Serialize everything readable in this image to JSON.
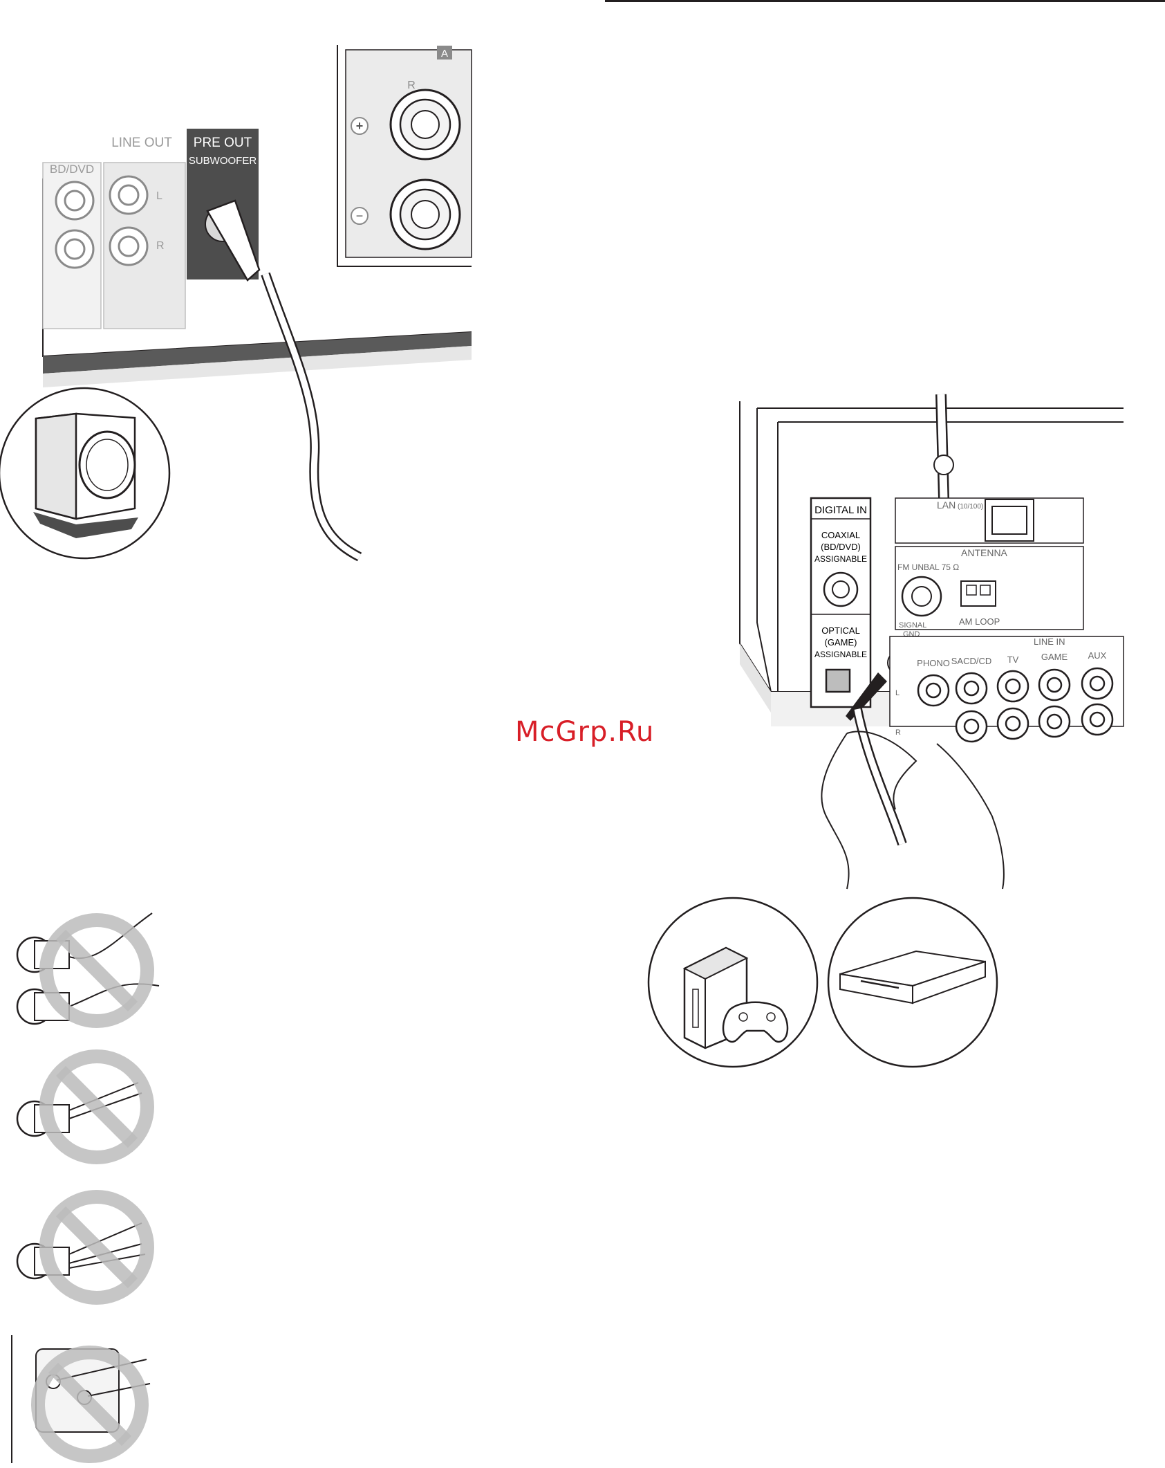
{
  "watermark": "McGrp.Ru",
  "subwoofer_panel": {
    "speaker_badge": "A",
    "speaker_channel": "R",
    "plus_sign": "+",
    "minus_sign": "−",
    "bd_dvd": "BD/DVD",
    "line_out": "LINE OUT",
    "jack_l": "L",
    "jack_r": "R",
    "pre_out": "PRE OUT",
    "subwoofer": "SUBWOOFER"
  },
  "digital_panel": {
    "digital_in": "DIGITAL IN",
    "coaxial_1": "COAXIAL",
    "coaxial_2": "(BD/DVD)",
    "coaxial_3": "ASSIGNABLE",
    "optical_1": "OPTICAL",
    "optical_2": "(GAME)",
    "optical_3": "ASSIGNABLE",
    "lan": "LAN",
    "lan_speed": "(10/100)",
    "antenna": "ANTENNA",
    "fm": "FM UNBAL 75 Ω",
    "am": "AM LOOP",
    "signal_1": "SIGNAL",
    "signal_2": "GND",
    "line_in": "LINE IN",
    "inputs": [
      "PHONO",
      "SACD/CD",
      "TV",
      "GAME",
      "AUX"
    ],
    "jack_l": "L",
    "jack_r": "R"
  }
}
